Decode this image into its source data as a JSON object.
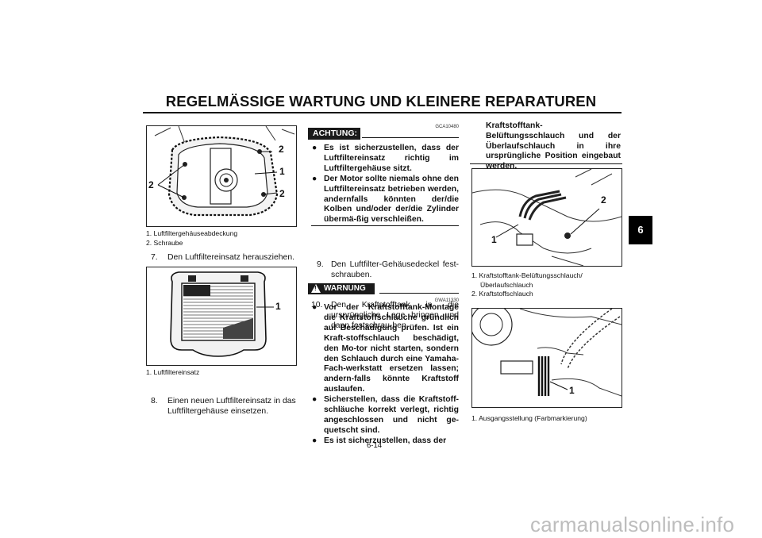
{
  "header": {
    "title": "REGELMÄSSIGE WARTUNG UND KLEINERE REPARATUREN"
  },
  "section_tab": "6",
  "page_number": "6-14",
  "col1": {
    "fig1_labels": {
      "a": "2",
      "b": "1",
      "c": "2",
      "d": "2"
    },
    "fig1_captions": [
      "1. Luftfiltergehäuseabdeckung",
      "2. Schraube"
    ],
    "step7": {
      "num": "7.",
      "text": "Den Luftfiltereinsatz herausziehen."
    },
    "fig2_label": "1",
    "fig2_caption": "1. Luftfiltereinsatz",
    "step8": {
      "num": "8.",
      "text": "Einen neuen Luftfiltereinsatz in das Luftfiltergehäuse einsetzen."
    }
  },
  "col2": {
    "achtung": {
      "label": "ACHTUNG:",
      "code": "GCA10480"
    },
    "achtung_items": [
      "Es ist sicherzustellen, dass der Luftfiltereinsatz richtig im Luftfiltergehäuse sitzt.",
      "Der Motor sollte niemals ohne den Luftfiltereinsatz betrieben werden, andernfalls könnten der/die Kolben und/oder der/die Zylinder übermä-ßig verschleißen."
    ],
    "step9": {
      "num": "9.",
      "text": "Den Luftfilter-Gehäusedeckel fest-schrauben."
    },
    "step10": {
      "num": "10.",
      "text": "Den Kraftstofftank in die ursprüngliche Lage bringen und dann festschrau-ben."
    },
    "warnung": {
      "label": "WARNUNG",
      "code": "GWA11330",
      "symbol": "!"
    },
    "warnung_items": [
      "Vor der Kraftstofftank-Montage die Kraftstoffschläuche gründlich auf Beschädigung prüfen. Ist ein Kraft-stoffschlauch beschädigt, den Mo-tor nicht starten, sondern den Schlauch durch eine Yamaha-Fach-werkstatt ersetzen lassen; andern-falls könnte Kraftstoff auslaufen.",
      "Sicherstellen, dass die Kraftstoff-schläuche korrekt verlegt, richtig angeschlossen und nicht ge-quetscht sind.",
      "Es ist sicherzustellen, dass der"
    ],
    "bullet_symbol": "●"
  },
  "col3": {
    "cont_text": "Kraftstofftank-Belüftungsschlauch und der Überlaufschlauch in ihre ursprüngliche Position eingebaut werden.",
    "fig3_labels": {
      "a": "2",
      "b": "1"
    },
    "fig3_captions": [
      "1. Kraftstofftank-Belüftungsschlauch/ Überlaufschlauch",
      "2. Kraftstoffschlauch"
    ],
    "fig4_label": "1",
    "fig4_caption": "1. Ausgangsstellung (Farbmarkierung)"
  },
  "watermark": "carmanualsonline.info"
}
